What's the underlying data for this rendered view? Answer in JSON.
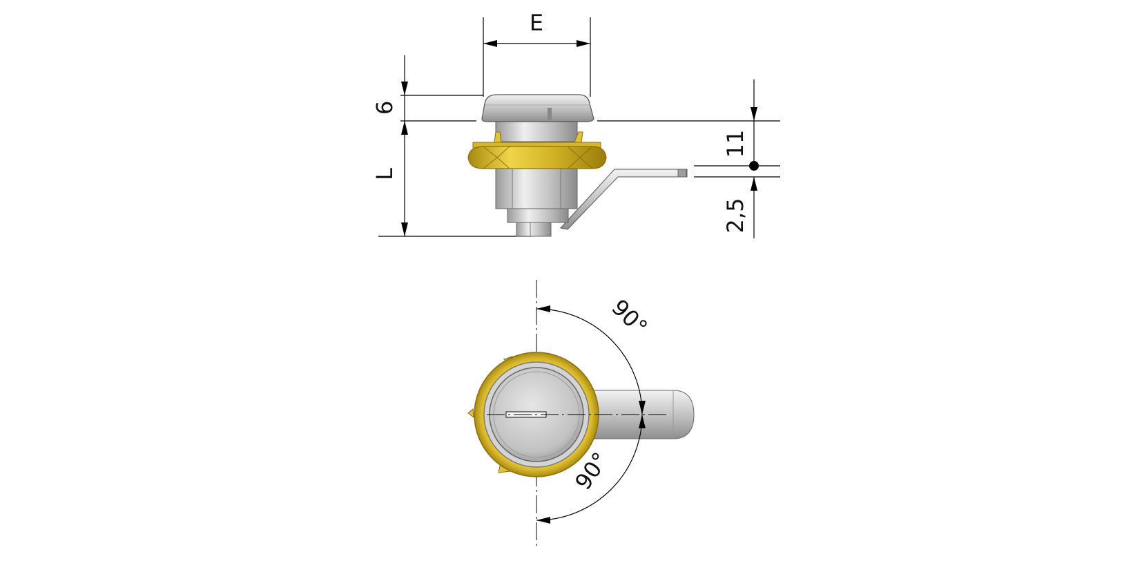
{
  "dimensions": {
    "width_label": "E",
    "cap_height_label": "6",
    "length_label": "L",
    "cam_offset_label": "11",
    "cam_thickness_label": "2,5"
  },
  "rotation": {
    "upper_angle_label": "90°",
    "lower_angle_label": "90°"
  },
  "colors": {
    "brass": "#D9B92B",
    "brass_dark": "#A88A12",
    "steel": "#C9C9C9",
    "steel_dark": "#8E8E8E",
    "line": "#000000"
  }
}
